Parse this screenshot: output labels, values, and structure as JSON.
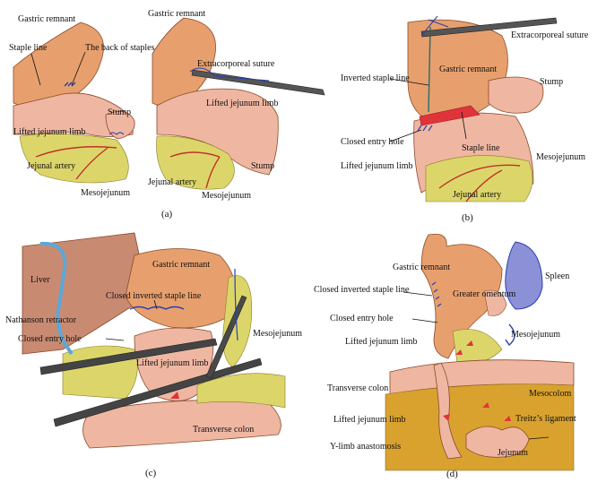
{
  "panels": {
    "a": {
      "caption": "(a)",
      "labels": {
        "gastric_remnant_left": "Gastric remnant",
        "staple_line": "Staple line",
        "back_of_staples": "The back of staples",
        "stump_left": "Stump",
        "lifted_jejunum_limb_left": "Lifted jejunum limb",
        "jejunal_artery_left": "Jejunal artery",
        "mesojejunum_left": "Mesojejunum",
        "gastric_remnant_right": "Gastric remnant",
        "extracorporeal_suture": "Extracorporeal suture",
        "lifted_jejunum_limb_right": "Lifted jejunum limb",
        "stump_right": "Stump",
        "jejunal_artery_right": "Jejunal artery",
        "mesojejunum_right": "Mesojejunum"
      }
    },
    "b": {
      "caption": "(b)",
      "labels": {
        "extracorporeal_suture": "Extracorporeal suture",
        "inverted_staple_line": "Inverted staple line",
        "gastric_remnant": "Gastric remnant",
        "stump": "Stump",
        "closed_entry_hole": "Closed entry hole",
        "staple_line": "Staple line",
        "lifted_jejunum_limb": "Lifted jejunum limb",
        "mesojejunum": "Mesojejunum",
        "jejunal_artery": "Jejunal artery"
      }
    },
    "c": {
      "caption": "(c)",
      "labels": {
        "gastric_remnant": "Gastric remnant",
        "liver": "Liver",
        "closed_inverted_staple_line": "Closed inverted staple line",
        "nathanson_retractor": "Nathanson retractor",
        "closed_entry_hole": "Closed entry hole",
        "mesojejunum": "Mesojejunum",
        "lifted_jejunum_limb": "Lifted jejunum limb",
        "transverse_colon": "Transverse colon"
      }
    },
    "d": {
      "caption": "(d)",
      "labels": {
        "gastric_remnant": "Gastric remnant",
        "spleen": "Spleen",
        "closed_inverted_staple_line": "Closed inverted staple line",
        "greater_omentum": "Greater omentum",
        "closed_entry_hole": "Closed entry hole",
        "lifted_jejunum_limb_upper": "Lifted jejunum limb",
        "mesojejunum": "Mesojejunum",
        "transverse_colon": "Transverse colon",
        "mesocolom": "Mesocolom",
        "lifted_jejunum_limb_lower": "Lifted jejunum limb",
        "treitz_ligament": "Treitz’s ligament",
        "y_limb_anastomosis": "Y-limb anastomosis",
        "jejunum": "Jejunum"
      }
    }
  },
  "colors": {
    "stomach": "#e7a06d",
    "jejunum": "#efb7a2",
    "mesentery": "#dcd66a",
    "artery": "#c0302a",
    "suture": "#2a3fb0",
    "instrument": "#3a3a3a",
    "liver": "#c98a72",
    "spleen": "#8c90d6",
    "staple_red": "#e0343a"
  }
}
